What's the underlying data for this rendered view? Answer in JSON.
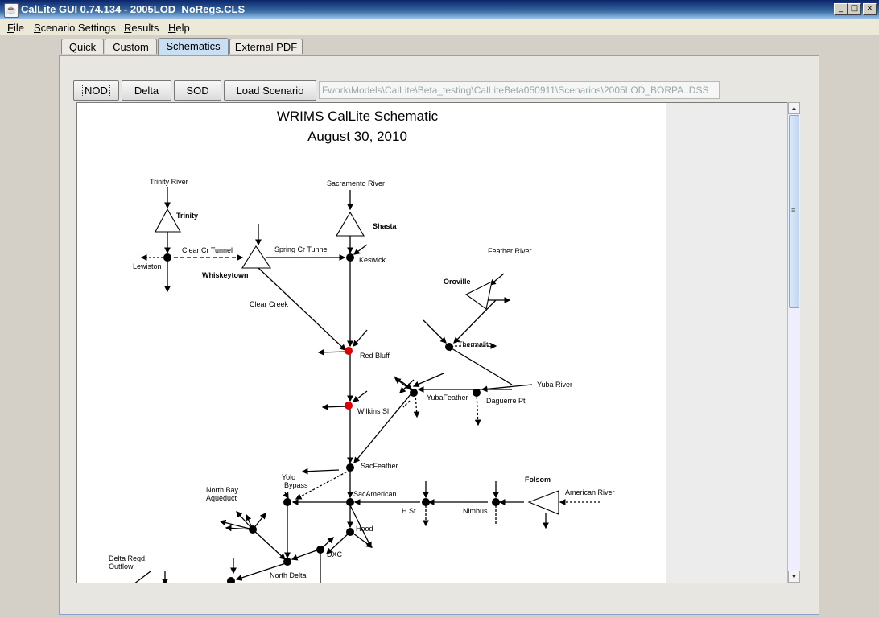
{
  "window": {
    "title": "CalLite GUI 0.74.134 - 2005LOD_NoRegs.CLS",
    "app_icon": "java-cup-icon",
    "controls": {
      "minimize": "_",
      "maximize": "□",
      "close": "×"
    }
  },
  "menu": {
    "items": [
      "File",
      "Scenario Settings",
      "Results",
      "Help"
    ]
  },
  "tabs": [
    "Quick",
    "Custom",
    "Schematics",
    "External PDF"
  ],
  "active_tab": "Schematics",
  "toolbar": {
    "nod_label": "NOD",
    "delta_label": "Delta",
    "sod_label": "SOD",
    "load_scenario_label": "Load Scenario",
    "scenario_path": "Fwork\\Models\\CalLite\\Beta_testing\\CalLiteBeta050911\\Scenarios\\2005LOD_BORPA..DSS"
  },
  "schematic": {
    "title": "WRIMS CalLite Schematic",
    "date": "August 30, 2010",
    "labels": {
      "trinity_river": "Trinity River",
      "trinity": "Trinity",
      "lewiston": "Lewiston",
      "clear_cr_tunnel": "Clear Cr Tunnel",
      "whiskeytown": "Whiskeytown",
      "spring_cr_tunnel": "Spring Cr Tunnel",
      "sacramento_river": "Sacramento River",
      "shasta": "Shasta",
      "keswick": "Keswick",
      "clear_creek": "Clear Creek",
      "red_bluff": "Red Bluff",
      "wilkins_sl": "Wilkins Sl",
      "feather_river": "Feather River",
      "oroville": "Oroville",
      "thermalito": "Thermalito",
      "yuba_river": "Yuba River",
      "yubafeather": "YubaFeather",
      "daguerre_pt": "Daguerre Pt",
      "sacfeather": "SacFeather",
      "yolo": "Yolo",
      "bypass": "Bypass",
      "sacamerican": "SacAmerican",
      "folsom": "Folsom",
      "american_river": "American River",
      "north_bay": "North Bay",
      "aqueduct": "Aqueduct",
      "h_st": "H St",
      "nimbus": "Nimbus",
      "hood": "Hood",
      "dxc": "DXC",
      "delta_reqd": "Delta Reqd.",
      "outflow": "Outflow",
      "north_delta": "North Delta"
    }
  },
  "scrollbar": {
    "up_icon": "▲",
    "down_icon": "▼",
    "grip_icon": "≡"
  },
  "colors": {
    "red_node": "#dd0000",
    "node": "#000000",
    "accent": "#c9dff3"
  }
}
